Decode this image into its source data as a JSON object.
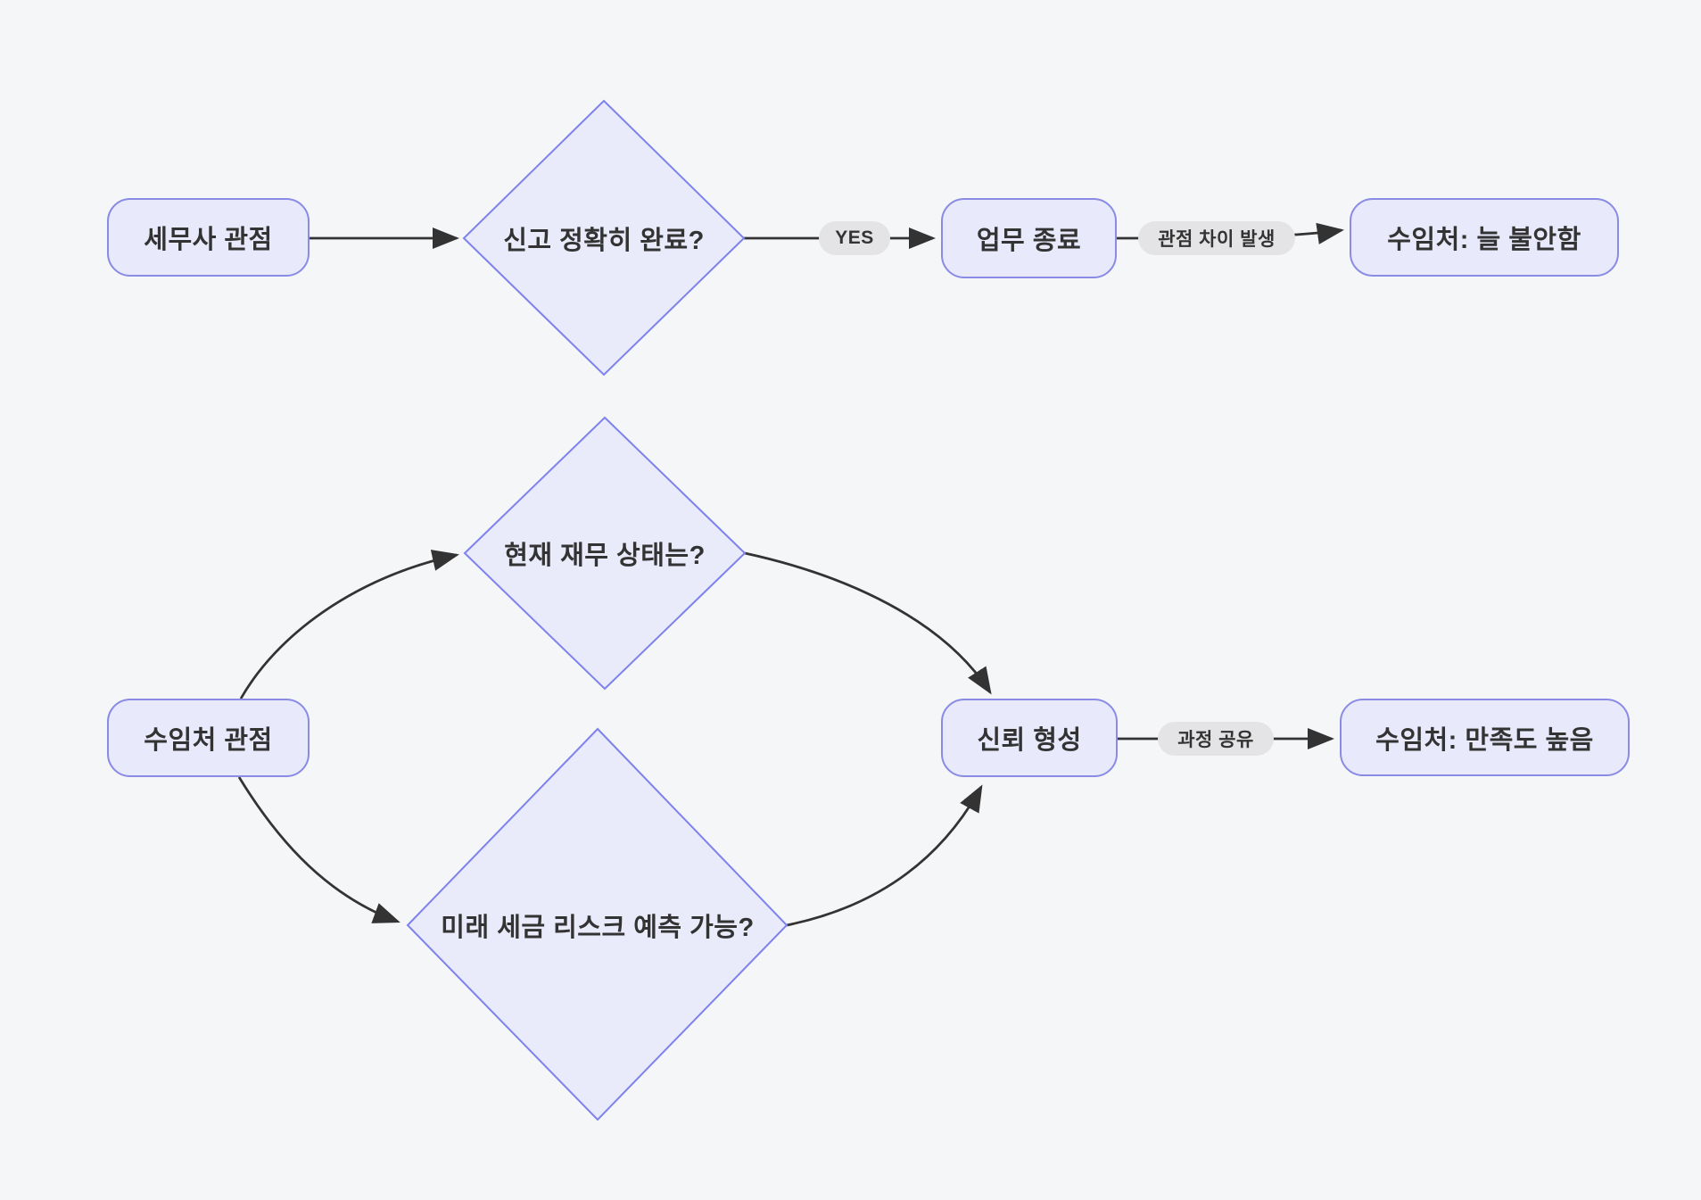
{
  "diagram": {
    "background_color": "#f5f6f8",
    "node_fill": "#e8e9fb",
    "node_border_color": "#898be4",
    "diamond_border_color": "#7e82ec",
    "edge_color": "#333333",
    "edge_label_fill": "#e4e4e6",
    "text_color": "#333333",
    "nodes": {
      "tax_accountant_view": "세무사 관점",
      "report_complete_q": "신고 정확히 완료?",
      "work_end": "업무 종료",
      "client_always_anxious": "수임처: 늘 불안함",
      "client_view": "수임처 관점",
      "current_finance_q": "현재 재무 상태는?",
      "future_tax_risk_q": "미래 세금 리스크 예측 가능?",
      "trust_building": "신뢰 형성",
      "client_high_satisfaction": "수임처: 만족도 높음"
    },
    "edge_labels": {
      "yes": "YES",
      "perspective_gap": "관점 차이 발생",
      "process_sharing": "과정 공유"
    }
  }
}
